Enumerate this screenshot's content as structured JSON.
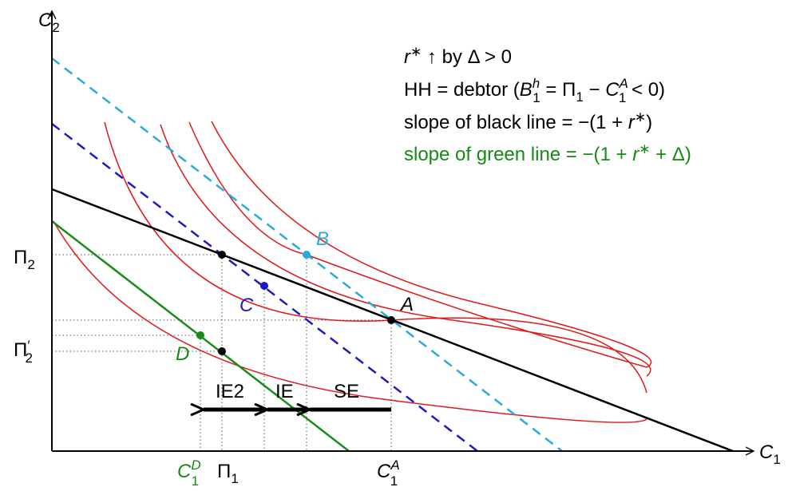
{
  "axes": {
    "y_label": "C",
    "y_label_sub": "2",
    "x_label": "C",
    "x_label_sub": "1"
  },
  "y_ticks": {
    "pi2": {
      "base": "Π",
      "sub": "2"
    },
    "pi2prime": {
      "base": "Π",
      "prime": "′",
      "sub": "2"
    }
  },
  "x_ticks": {
    "c1d": {
      "base": "C",
      "sup": "D",
      "sub": "1"
    },
    "pi1": {
      "base": "Π",
      "sub": "1"
    },
    "c1a": {
      "base": "C",
      "sup": "A",
      "sub": "1"
    }
  },
  "points": {
    "A": "A",
    "B": "B",
    "C": "C",
    "D": "D"
  },
  "arrow_labels": {
    "ie2": "IE2",
    "ie": "IE",
    "se": "SE"
  },
  "annotations": {
    "line1": {
      "r": "r",
      "star": "∗",
      "rest": " ↑ by Δ > 0"
    },
    "line2": {
      "pre": "HH = debtor (",
      "B": "B",
      "B_sup": "h",
      "B_sub": "1",
      "mid": " = Π",
      "mid_sub": "1",
      "minus": " − ",
      "C": "C",
      "C_sup": "A",
      "C_sub": "1",
      "end": " < 0)"
    },
    "line3": {
      "pre": "slope of black line = −(1 + ",
      "r": "r",
      "star": "∗",
      "end": ")"
    },
    "line4": {
      "pre": "slope of green line = −(1 + ",
      "r": "r",
      "star": "∗",
      "end": " + Δ)"
    }
  },
  "colors": {
    "black_line": "#000000",
    "green_line": "#1a8a1a",
    "dark_blue_dashed": "#1c1cbf",
    "light_blue_dashed": "#2aaad8",
    "indifference_curves": "#e0191b",
    "green_text": "#168a16",
    "point_B": "#2aaad8",
    "point_C": "#1c1cbf",
    "point_D": "#168a16"
  }
}
